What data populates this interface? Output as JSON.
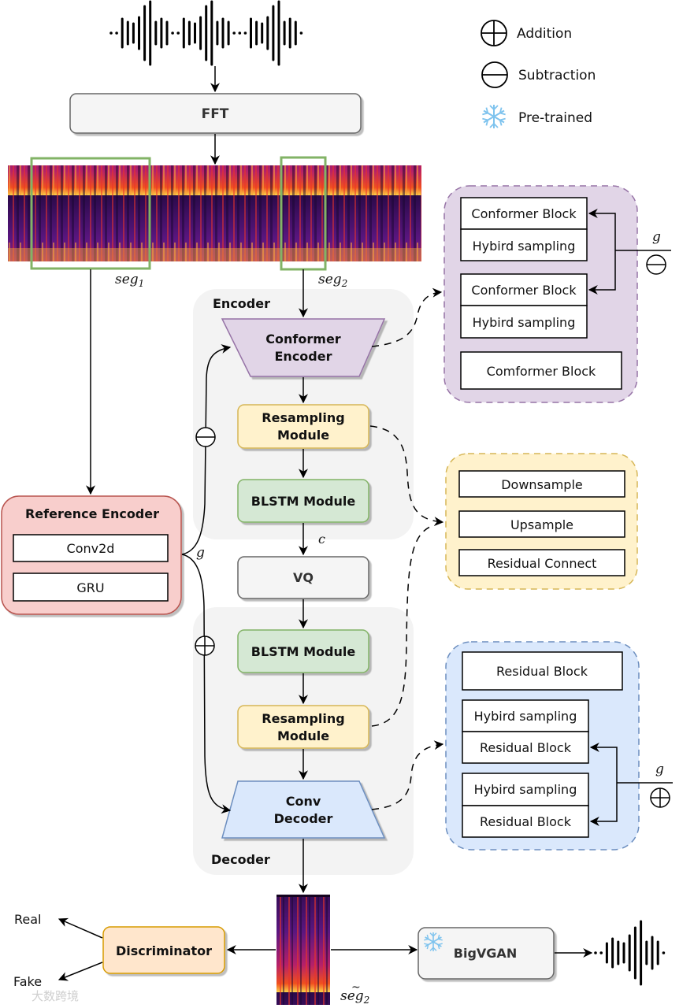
{
  "legend": {
    "items": [
      {
        "icon": "circle-plus-icon",
        "label": "Addition"
      },
      {
        "icon": "circle-minus-icon",
        "label": "Subtraction"
      },
      {
        "icon": "snowflake-icon",
        "label": "Pre-trained"
      }
    ]
  },
  "blocks": {
    "fft": "FFT",
    "encoder_group": "Encoder",
    "decoder_group": "Decoder",
    "conformer_encoder": [
      "Conformer",
      "Encoder"
    ],
    "enc_resampling": [
      "Resampling",
      "Module"
    ],
    "enc_blstm": "BLSTM Module",
    "vq": "VQ",
    "dec_blstm": "BLSTM Module",
    "dec_resampling": [
      "Resampling",
      "Module"
    ],
    "conv_decoder": [
      "Conv",
      "Decoder"
    ],
    "reference_encoder": {
      "title": "Reference Encoder",
      "layers": [
        "Conv2d",
        "GRU"
      ]
    },
    "discriminator": "Discriminator",
    "bigvgan": "BigVGAN"
  },
  "conformer_detail": {
    "items": [
      "Conformer Block",
      "Hybird sampling",
      "Conformer Block",
      "Hybird sampling",
      "Comformer Block"
    ],
    "side_label": "g"
  },
  "resampling_detail": {
    "items": [
      "Downsample",
      "Upsample",
      "Residual Connect"
    ]
  },
  "decoder_detail": {
    "items": [
      "Residual Block",
      "Hybird sampling",
      "Residual Block",
      "Hybird sampling",
      "Residual Block"
    ],
    "side_label": "g"
  },
  "labels": {
    "seg1": "seg",
    "seg1_sub": "1",
    "seg2": "seg",
    "seg2_sub": "2",
    "seg2_tilde": "seg",
    "seg2_tilde_sub": "2",
    "c": "c",
    "g": "g",
    "real": "Real",
    "fake": "Fake",
    "watermark": "大数跨境"
  },
  "colors": {
    "purple_fill": "#e1d5e7",
    "purple_stroke": "#9673a6",
    "yellow_fill": "#fff2cc",
    "yellow_stroke": "#d6b656",
    "green_fill": "#d5e8d4",
    "green_stroke": "#82b366",
    "blue_fill": "#dae8fc",
    "blue_stroke": "#6c8ebf",
    "red_fill": "#f8cecc",
    "red_stroke": "#b85450",
    "orange_fill": "#ffe6cc",
    "orange_stroke": "#d79b00",
    "gray_fill": "#f5f5f5",
    "gray_stroke": "#666666",
    "seg_box": "#82b366",
    "snowflake": "#7ec3ee"
  }
}
